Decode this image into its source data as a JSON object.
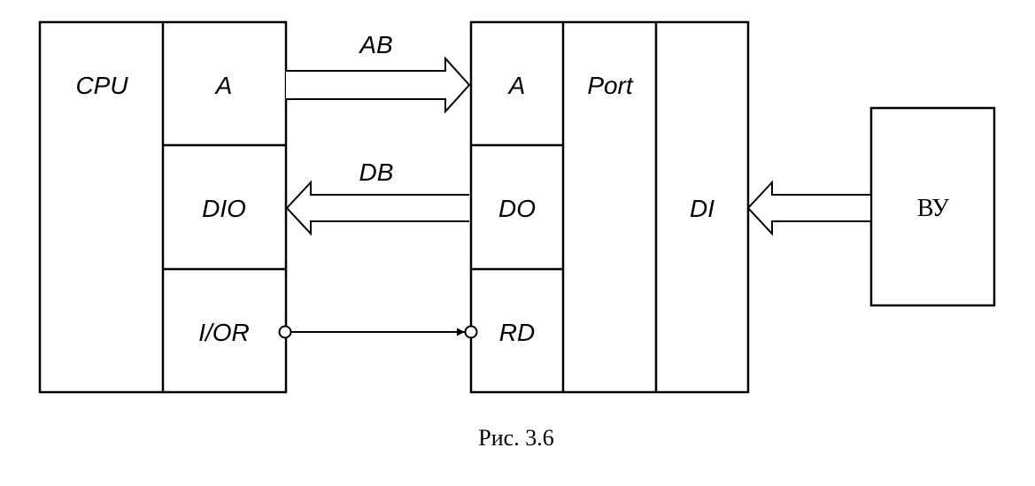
{
  "cpu": {
    "title": "CPU",
    "ports": {
      "a": "A",
      "dio": "DIO",
      "ior": "I/OR"
    }
  },
  "port": {
    "title": "Port",
    "inputs": {
      "a": "A",
      "do": "DO",
      "rd": "RD"
    },
    "output": "DI"
  },
  "device": {
    "label": "ВУ"
  },
  "buses": {
    "address": "AB",
    "data": "DB"
  },
  "caption": "Рис. 3.6",
  "colors": {
    "stroke": "#000000",
    "background": "#ffffff"
  }
}
